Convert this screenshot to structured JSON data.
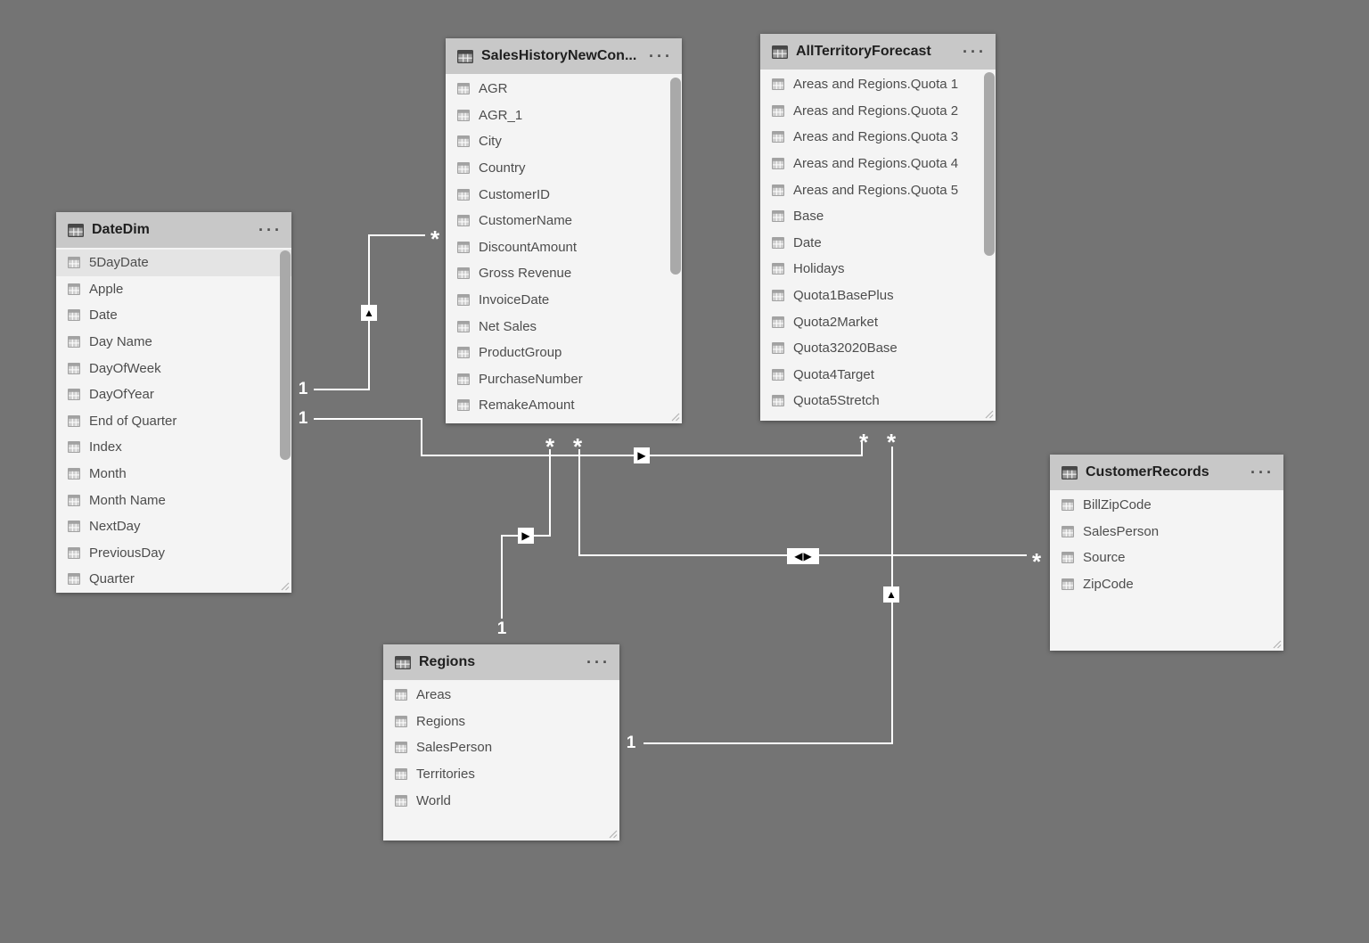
{
  "view": "model-diagram",
  "colors": {
    "canvas_bg": "#747474",
    "table_body": "#f4f4f4",
    "table_header": "#c8c8c8",
    "selected_row": "#e4e4e4",
    "relationship_line": "#ffffff",
    "header_text": "#1f1f1f",
    "field_text": "#4d4d4d"
  },
  "glyphs": {
    "menu": "···",
    "arrow_up": "▲",
    "arrow_right": "▶",
    "arrow_left": "◀"
  },
  "tables": [
    {
      "title": "DateDim",
      "selected_field": "5DayDate",
      "has_scrollbar": true,
      "fields": [
        "5DayDate",
        "Apple",
        "Date",
        "Day Name",
        "DayOfWeek",
        "DayOfYear",
        "End of Quarter",
        "Index",
        "Month",
        "Month Name",
        "NextDay",
        "PreviousDay",
        "Quarter"
      ]
    },
    {
      "title": "SalesHistoryNewCon...",
      "has_scrollbar": true,
      "fields": [
        "AGR",
        "AGR_1",
        "City",
        "Country",
        "CustomerID",
        "CustomerName",
        "DiscountAmount",
        "Gross Revenue",
        "InvoiceDate",
        "Net Sales",
        "ProductGroup",
        "PurchaseNumber",
        "RemakeAmount"
      ]
    },
    {
      "title": "AllTerritoryForecast",
      "has_scrollbar": true,
      "fields": [
        "Areas and Regions.Quota 1",
        "Areas and Regions.Quota 2",
        "Areas and Regions.Quota 3",
        "Areas and Regions.Quota 4",
        "Areas and Regions.Quota 5",
        "Base",
        "Date",
        "Holidays",
        "Quota1BasePlus",
        "Quota2Market",
        "Quota32020Base",
        "Quota4Target",
        "Quota5Stretch"
      ]
    },
    {
      "title": "CustomerRecords",
      "has_scrollbar": false,
      "fields": [
        "BillZipCode",
        "SalesPerson",
        "Source",
        "ZipCode"
      ]
    },
    {
      "title": "Regions",
      "has_scrollbar": false,
      "fields": [
        "Areas",
        "Regions",
        "SalesPerson",
        "Territories",
        "World"
      ]
    }
  ],
  "relationships": [
    {
      "name": "DateDim to SalesHistoryNewCon",
      "from_cardinality": "1",
      "to_cardinality": "*",
      "direction": "up"
    },
    {
      "name": "DateDim to AllTerritoryForecast",
      "from_cardinality": "1",
      "to_cardinality": "*",
      "direction": "right"
    },
    {
      "name": "Regions to SalesHistoryNewCon",
      "from_cardinality": "1",
      "to_cardinality": "*",
      "direction": "right"
    },
    {
      "name": "SalesHistoryNewCon to CustomerRecords",
      "from_cardinality": "*",
      "to_cardinality": "*",
      "direction": "both"
    },
    {
      "name": "Regions to AllTerritoryForecast",
      "from_cardinality": "1",
      "to_cardinality": "*",
      "direction": "up"
    }
  ]
}
